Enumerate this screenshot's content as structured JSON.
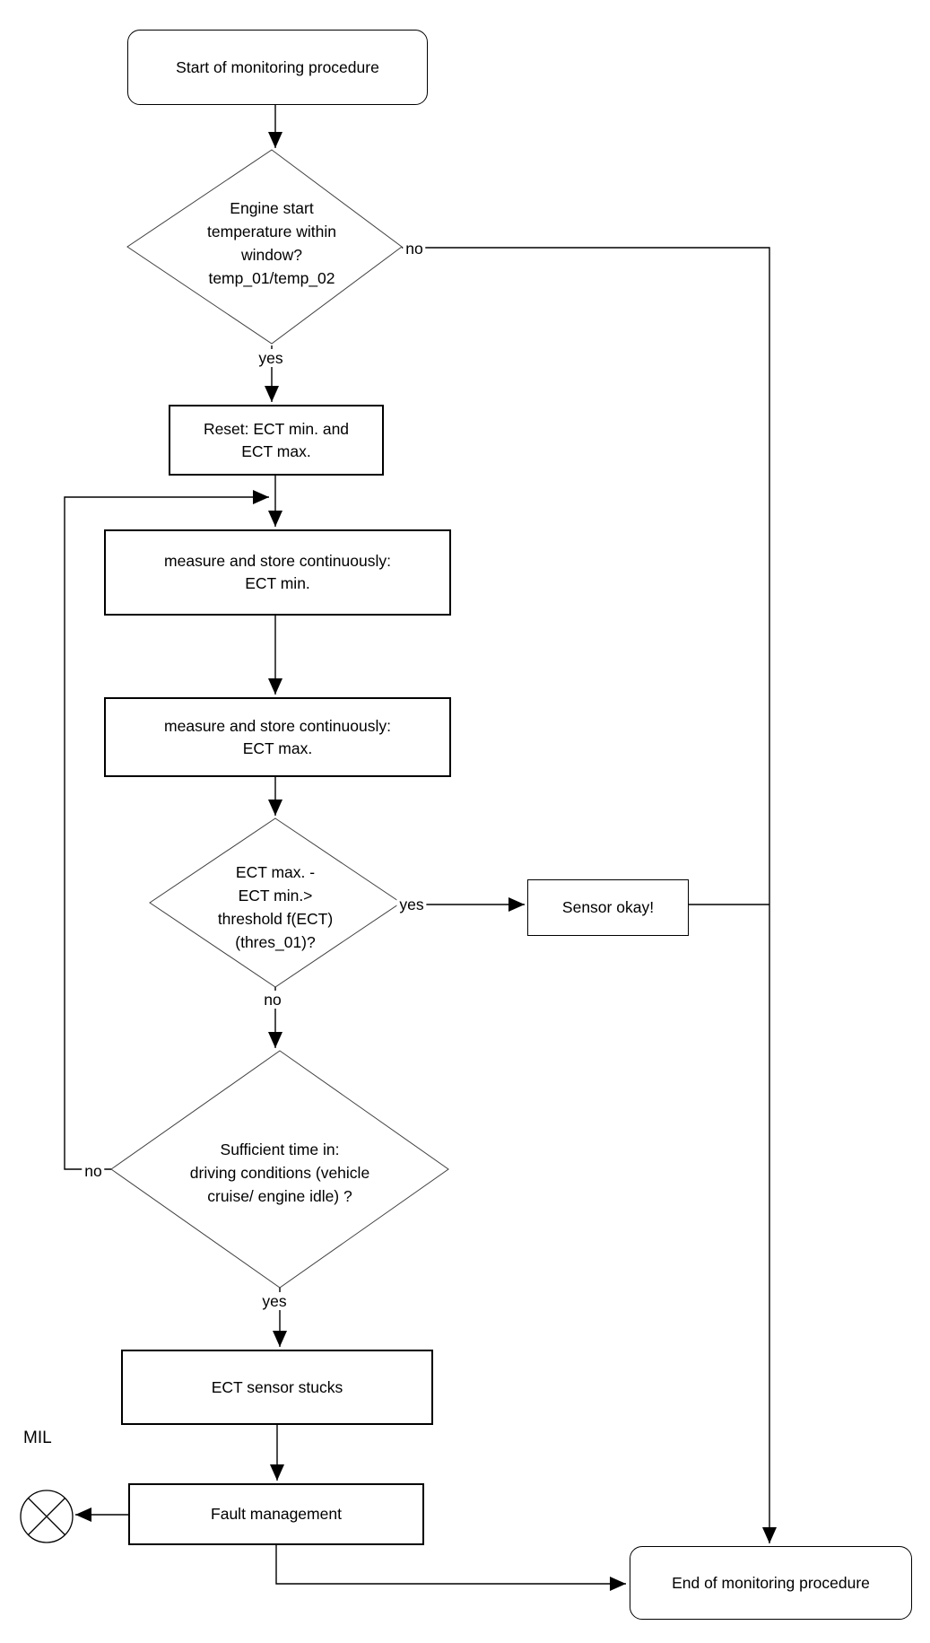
{
  "diagram": {
    "title": "ECT sensor monitoring procedure flowchart",
    "nodes": {
      "start": {
        "type": "terminator",
        "label": "Start of monitoring procedure"
      },
      "d1": {
        "type": "decision",
        "label": "Engine start\ntemperature within\nwindow?\ntemp_01/temp_02"
      },
      "reset": {
        "type": "process",
        "label": "Reset: ECT min. and\nECT max."
      },
      "measure_min": {
        "type": "process",
        "label": "measure and store continuously:\nECT min."
      },
      "measure_max": {
        "type": "process",
        "label": "measure and store continuously:\nECT max."
      },
      "d2": {
        "type": "decision",
        "label": "ECT max. -\nECT min.>\nthreshold f(ECT)\n(thres_01)?"
      },
      "sensor_okay": {
        "type": "process",
        "label": "Sensor okay!"
      },
      "d3": {
        "type": "decision",
        "label": "Sufficient time in:\ndriving conditions (vehicle\ncruise/ engine idle) ?"
      },
      "ect_stucks": {
        "type": "process",
        "label": "ECT sensor stucks"
      },
      "fault_mgmt": {
        "type": "process",
        "label": "Fault management"
      },
      "end": {
        "type": "terminator",
        "label": "End of monitoring procedure"
      },
      "mil": {
        "type": "lamp-indicator",
        "label": "MIL"
      }
    },
    "edge_labels": {
      "d1_no": "no",
      "d1_yes": "yes",
      "d2_yes": "yes",
      "d2_no": "no",
      "d3_no": "no",
      "d3_yes": "yes"
    },
    "colors": {
      "line": "#000000",
      "background": "#ffffff",
      "text": "#000000"
    }
  }
}
